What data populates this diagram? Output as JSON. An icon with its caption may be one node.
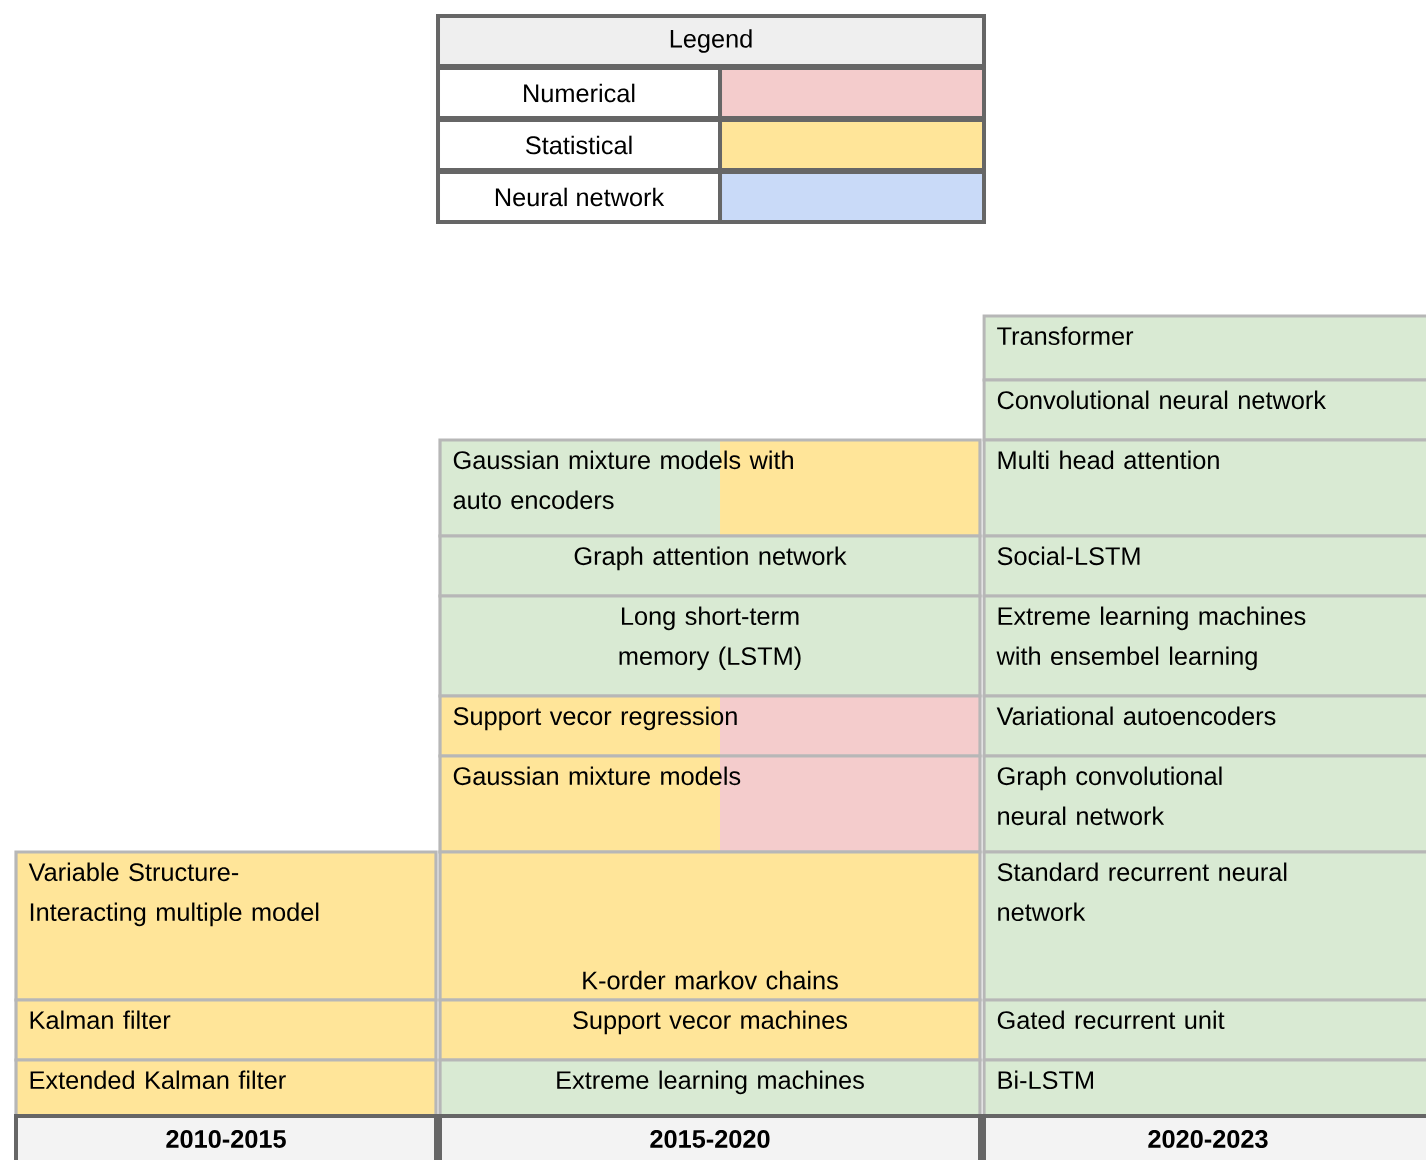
{
  "diagram": {
    "nodes": [
      {
        "text": [
          "Transformer"
        ]
      },
      {
        "text": [
          "Convolutional neural network"
        ]
      },
      {
        "text": [
          "Gaussian mixture models with auto encoders"
        ]
      },
      {
        "text": [
          "Multi head attention"
        ]
      },
      {
        "text": [
          "Graph attention network"
        ]
      },
      {
        "text": [
          "Social-LSTM"
        ]
      },
      {
        "text": [
          "Long short-term memory (LSTM)"
        ]
      },
      {
        "text": [
          "Extreme learning machines with ensembel learning"
        ]
      },
      {
        "text": [
          "Support vecor regression"
        ]
      },
      {
        "text": [
          "Variational autoencoders"
        ]
      },
      {
        "text": [
          "Gaussian mixture models"
        ]
      },
      {
        "text": [
          "Graph convolutional neural network"
        ]
      },
      {
        "text": [
          "Variable Structure-Interacting multiple model"
        ]
      },
      {
        "text": [
          "K-order markov chains"
        ]
      },
      {
        "text": [
          "Standard recurrent neural network"
        ]
      },
      {
        "text": [
          "Kalman filter"
        ]
      },
      {
        "text": [
          "Support vecor machines"
        ]
      },
      {
        "text": [
          "Gated recurrent unit"
        ]
      },
      {
        "text": [
          "Extended Kalman filter"
        ]
      },
      {
        "text": [
          "Extreme learning machines"
        ]
      },
      {
        "text": [
          "Bi-LSTM"
        ]
      }
    ],
    "labels": [
      "Legend",
      "2010-2015",
      "2015-2020",
      "2020-2023"
    ],
    "legend": [
      {
        "text": "Numerical",
        "color": "#f4cccc"
      },
      {
        "text": "Statistical",
        "color": "#ffe599"
      },
      {
        "text": "Neural network",
        "color": "#c9daf8"
      }
    ]
  }
}
